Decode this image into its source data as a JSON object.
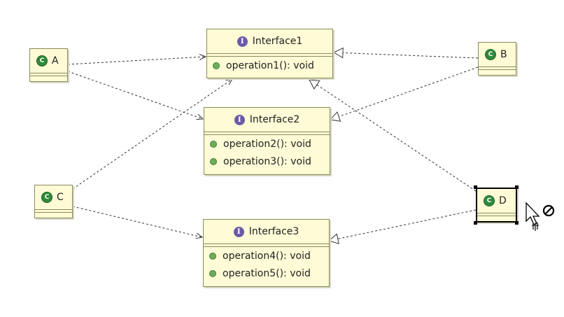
{
  "interfaces": [
    {
      "name": "Interface1",
      "methods": [
        "operation1(): void"
      ]
    },
    {
      "name": "Interface2",
      "methods": [
        "operation2(): void",
        "operation3(): void"
      ]
    },
    {
      "name": "Interface3",
      "methods": [
        "operation4(): void",
        "operation5(): void"
      ]
    }
  ],
  "classes": [
    {
      "name": "A"
    },
    {
      "name": "B"
    },
    {
      "name": "C"
    },
    {
      "name": "D",
      "selected": true
    }
  ],
  "relations": [
    {
      "from": "A",
      "to": "Interface1",
      "kind": "dependency"
    },
    {
      "from": "A",
      "to": "Interface2",
      "kind": "dependency"
    },
    {
      "from": "C",
      "to": "Interface1",
      "kind": "dependency"
    },
    {
      "from": "C",
      "to": "Interface3",
      "kind": "dependency"
    },
    {
      "from": "B",
      "to": "Interface1",
      "kind": "realization"
    },
    {
      "from": "B",
      "to": "Interface2",
      "kind": "realization"
    },
    {
      "from": "D",
      "to": "Interface1",
      "kind": "realization"
    },
    {
      "from": "D",
      "to": "Interface3",
      "kind": "realization"
    }
  ],
  "colors": {
    "box_fill": "#fffbd6",
    "interface_icon": "#6a5aa8",
    "class_icon": "#2f8a3a",
    "method_dot": "#6dae5a"
  },
  "icons": {
    "interface": "interface-i-icon",
    "class": "class-c-icon",
    "method": "public-method-dot-icon",
    "cursor": "arrow-cursor-icon",
    "forbidden": "not-allowed-icon"
  }
}
